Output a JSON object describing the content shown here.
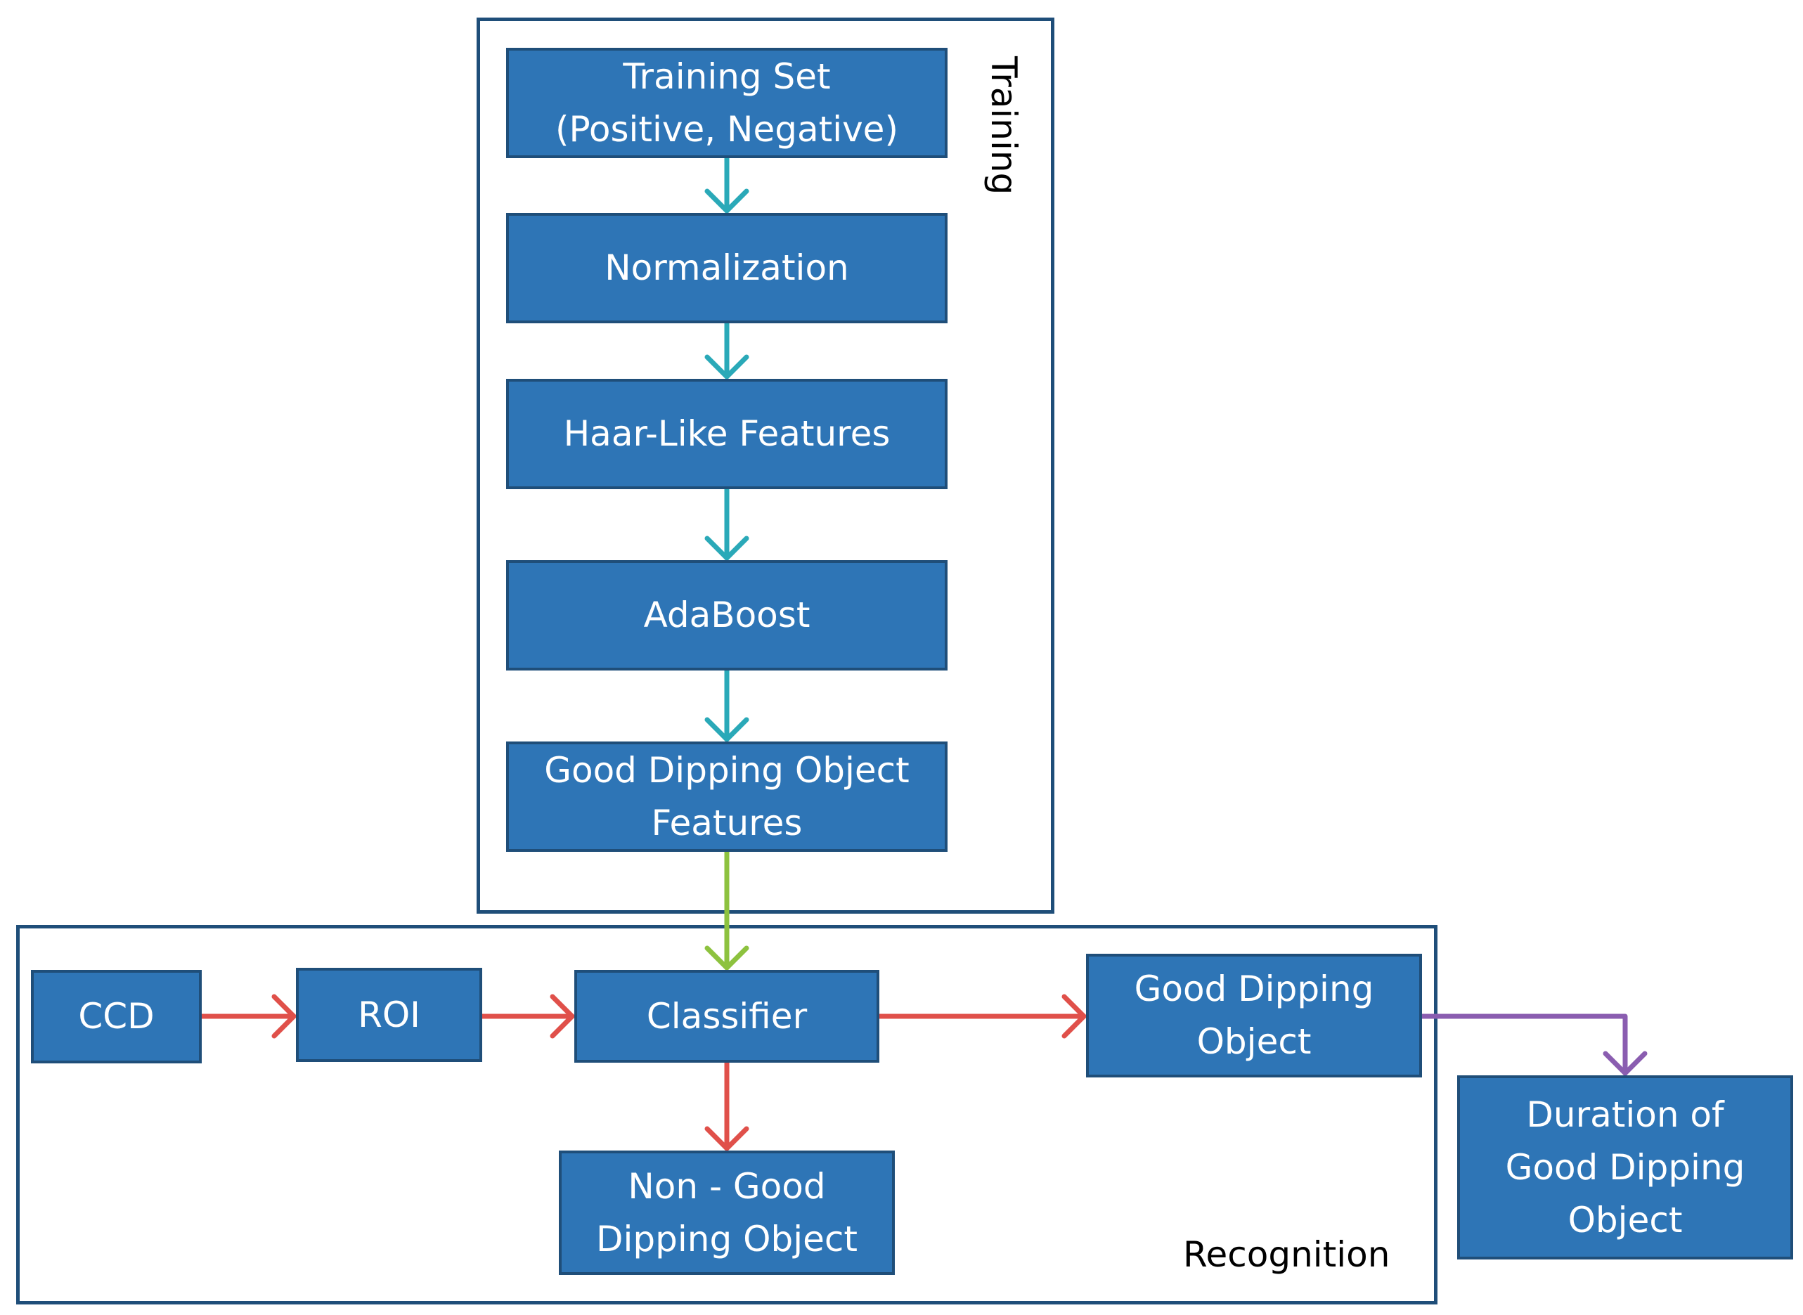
{
  "groups": {
    "training": "Training",
    "recognition": "Recognition"
  },
  "nodes": {
    "training_set": "Training Set\n(Positive, Negative)",
    "normalization": "Normalization",
    "haar": "Haar-Like  Features",
    "adaboost": "AdaBoost",
    "gdo_features": "Good Dipping Object\nFeatures",
    "ccd": "CCD",
    "roi": "ROI",
    "classifier": "Classifier",
    "good_dipping": "Good Dipping\nObject",
    "non_good": "Non - Good\nDipping Object",
    "duration": "Duration of\nGood Dipping\nObject"
  },
  "colors": {
    "box_fill": "#2e75b6",
    "box_border": "#1f4e79",
    "training_arrow": "#2aa9b8",
    "link_arrow": "#8dc23f",
    "recognition_arrow": "#e0504a",
    "duration_arrow": "#8a5db0"
  }
}
